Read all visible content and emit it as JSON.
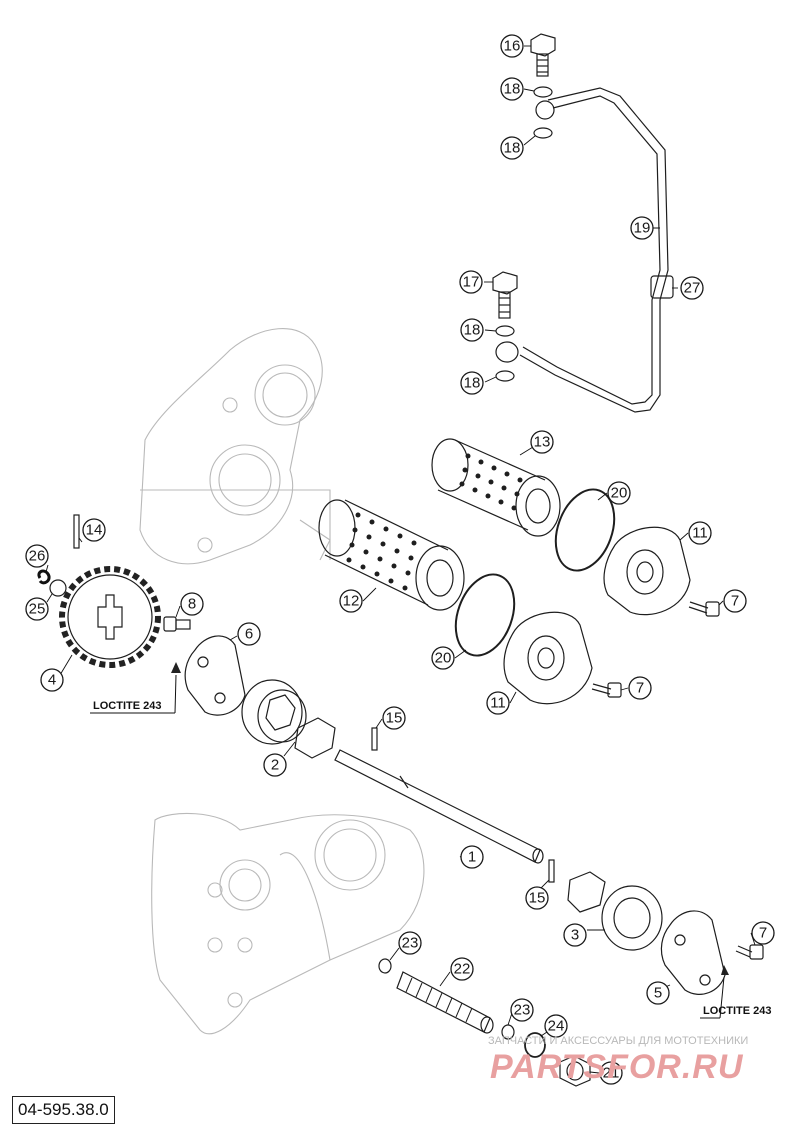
{
  "diagram": {
    "part_code": "04-595.38.0",
    "loctite_labels": [
      "LOCTITE 243",
      "LOCTITE 243"
    ],
    "watermark": {
      "caption": "ЗАПЧАСТИ И АКСЕССУАРЫ ДЛЯ МОТОТЕХНИКИ",
      "brand": "PARTSFOR.RU"
    },
    "callouts": [
      "16",
      "18",
      "18",
      "19",
      "27",
      "17",
      "18",
      "18",
      "13",
      "20",
      "11",
      "7",
      "12",
      "20",
      "11",
      "7",
      "14",
      "26",
      "25",
      "4",
      "8",
      "6",
      "15",
      "2",
      "1",
      "15",
      "3",
      "7",
      "5",
      "23",
      "22",
      "23",
      "24",
      "21"
    ]
  }
}
